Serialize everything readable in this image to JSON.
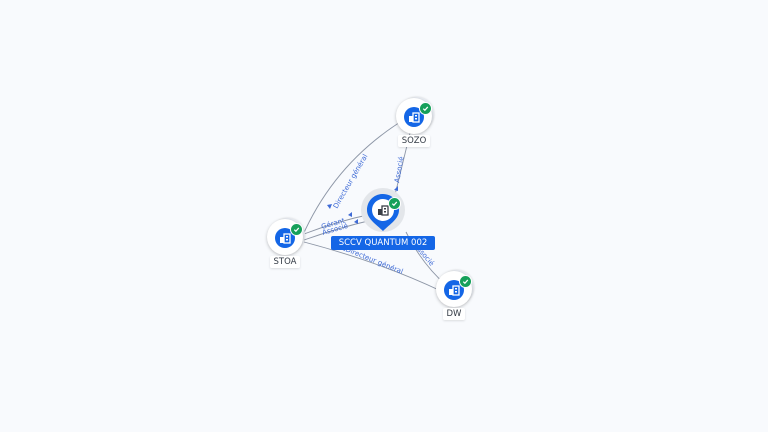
{
  "center": {
    "label": "SCCV QUANTUM 002",
    "icon": "company-building-icon",
    "verified": true
  },
  "nodes": [
    {
      "id": "sozo",
      "label": "SOZO",
      "icon": "company-building-icon",
      "verified": true
    },
    {
      "id": "stoa",
      "label": "STOA",
      "icon": "company-building-icon",
      "verified": true
    },
    {
      "id": "dw",
      "label": "DW",
      "icon": "company-building-icon",
      "verified": true
    }
  ],
  "edges": [
    {
      "from": "stoa",
      "to": "sozo",
      "label": "Directeur général"
    },
    {
      "from": "sozo",
      "to": "center",
      "label": "Associé"
    },
    {
      "from": "stoa",
      "to": "center",
      "label": "Gérant"
    },
    {
      "from": "stoa",
      "to": "center",
      "label": "Associé"
    },
    {
      "from": "dw",
      "to": "center",
      "label": "Associé"
    },
    {
      "from": "stoa",
      "to": "dw",
      "label": "Directeur général"
    }
  ],
  "colors": {
    "accent": "#1466e6",
    "verified": "#16a05a",
    "edge": "#8d96a6",
    "edge_label": "#3f6bd6",
    "background": "#f8fafd"
  }
}
